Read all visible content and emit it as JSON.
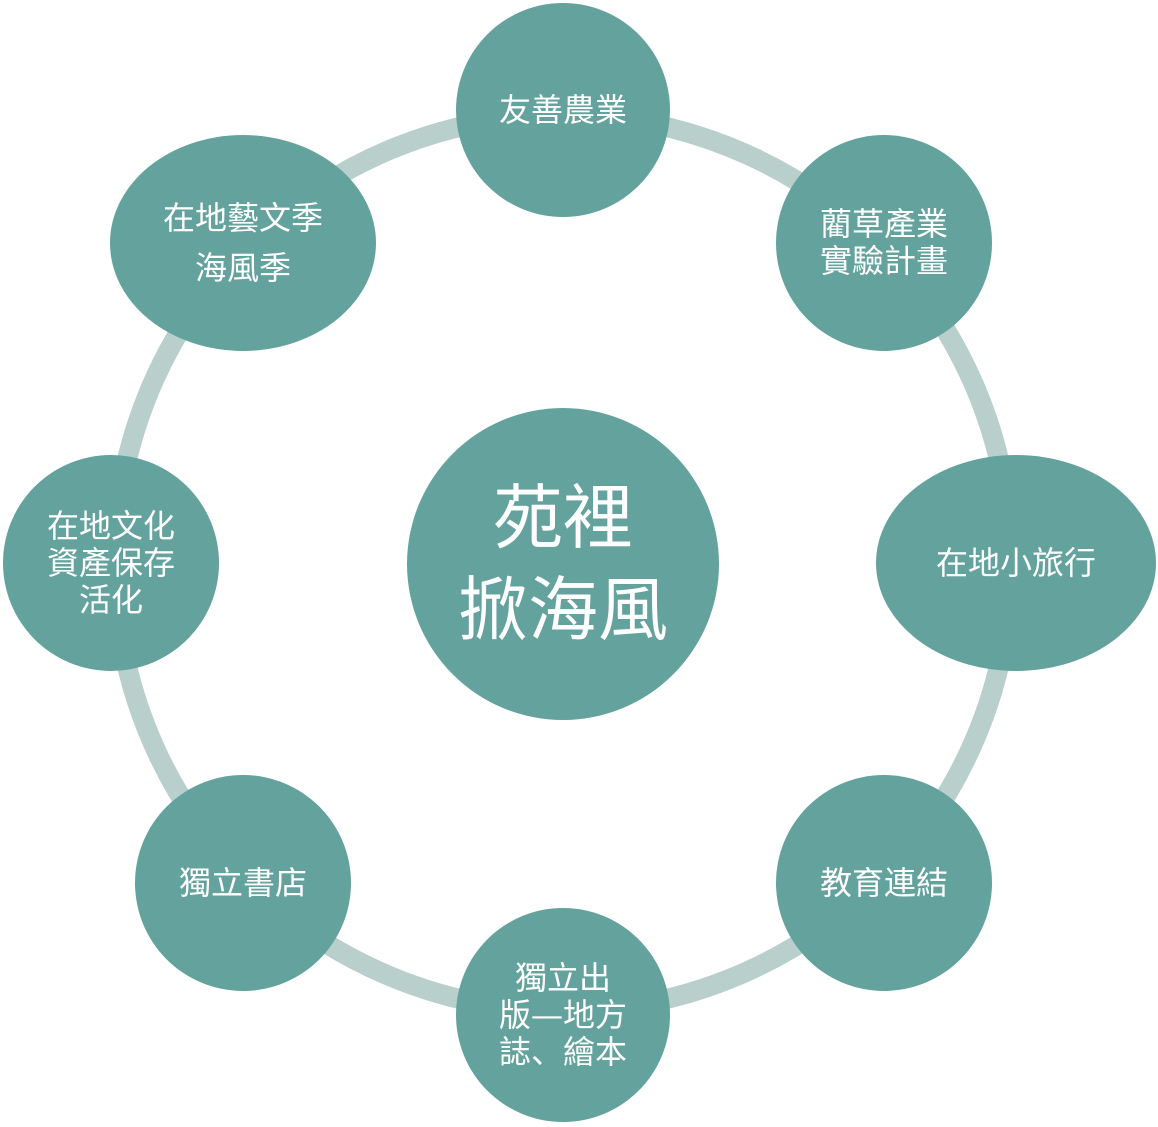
{
  "colors": {
    "node_fill": "#64a29e",
    "ring_stroke": "#b8cfcb",
    "text": "#ffffff",
    "background": "#ffffff"
  },
  "center": {
    "lines": [
      "苑裡",
      "掀海風"
    ]
  },
  "nodes": [
    {
      "id": "friendly-agriculture",
      "lines": [
        "友善農業"
      ]
    },
    {
      "id": "rush-industry",
      "lines": [
        "藺草產業",
        "實驗計畫"
      ]
    },
    {
      "id": "local-trips",
      "lines": [
        "在地小旅行"
      ]
    },
    {
      "id": "education-link",
      "lines": [
        "教育連結"
      ]
    },
    {
      "id": "independent-publishing",
      "lines": [
        "獨立出",
        "版—地方",
        "誌、繪本"
      ]
    },
    {
      "id": "independent-bookstore",
      "lines": [
        "獨立書店"
      ]
    },
    {
      "id": "cultural-heritage",
      "lines": [
        "在地文化",
        "資產保存",
        "活化"
      ]
    },
    {
      "id": "art-festival",
      "lines": [
        "在地藝文季",
        "海風季"
      ]
    }
  ]
}
